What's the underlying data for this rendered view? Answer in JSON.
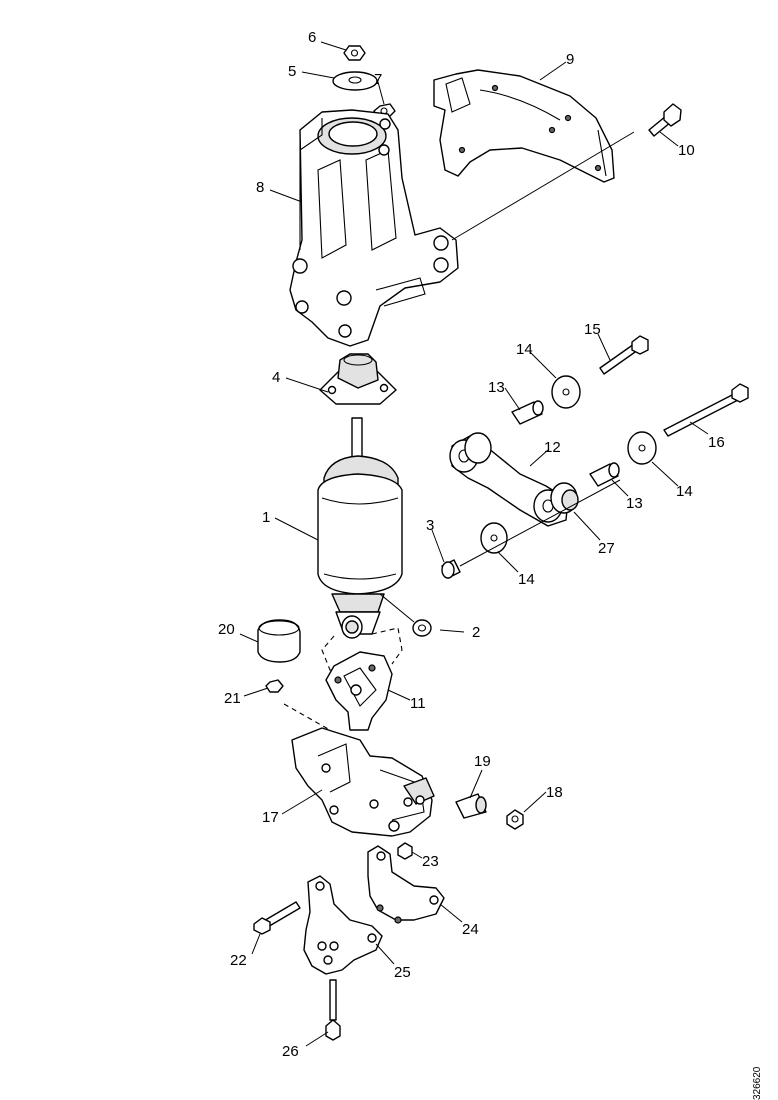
{
  "diagram": {
    "callouts": [
      "1",
      "2",
      "3",
      "4",
      "5",
      "6",
      "7",
      "8",
      "9",
      "10",
      "11",
      "12",
      "13",
      "13",
      "14",
      "14",
      "14",
      "15",
      "16",
      "17",
      "18",
      "19",
      "20",
      "21",
      "22",
      "23",
      "24",
      "25",
      "26",
      "27"
    ],
    "reference_code": "326620"
  }
}
